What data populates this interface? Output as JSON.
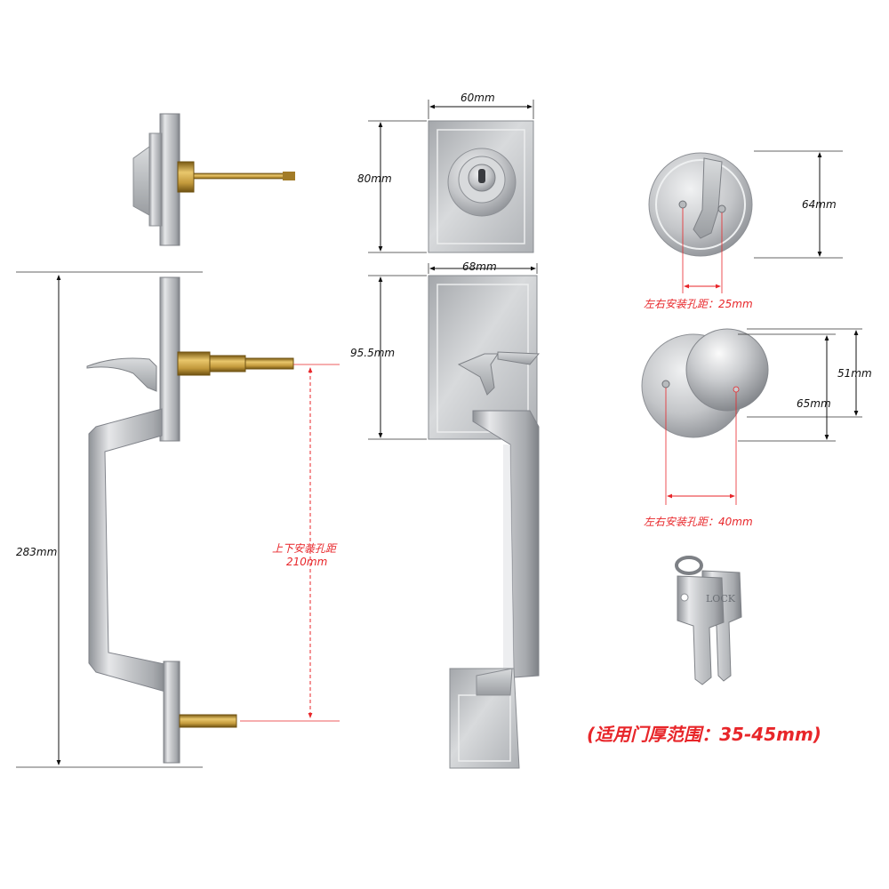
{
  "dimensions": {
    "total_height": "283mm",
    "mount_hole_vertical": {
      "line1": "上下安装孔距",
      "line2": "210mm"
    },
    "deadbolt_width": "60mm",
    "deadbolt_height": "80mm",
    "handle_plate_width": "68mm",
    "handle_plate_height": "95.5mm",
    "thumbturn_rose": "64mm",
    "thumbturn_holes": "左右安装孔距：25mm",
    "knob_diameter": "51mm",
    "knob_rose": "65mm",
    "knob_holes": "左右安装孔距：40mm"
  },
  "key_brand": "LOCK",
  "door_thickness_note": "(适用门厚范围：35-45mm)",
  "colors": {
    "dimension_red": "#e8262a",
    "dimension_black": "#111111",
    "satin_nickel": "#bfc1c4",
    "brass": "#c9a24a"
  }
}
